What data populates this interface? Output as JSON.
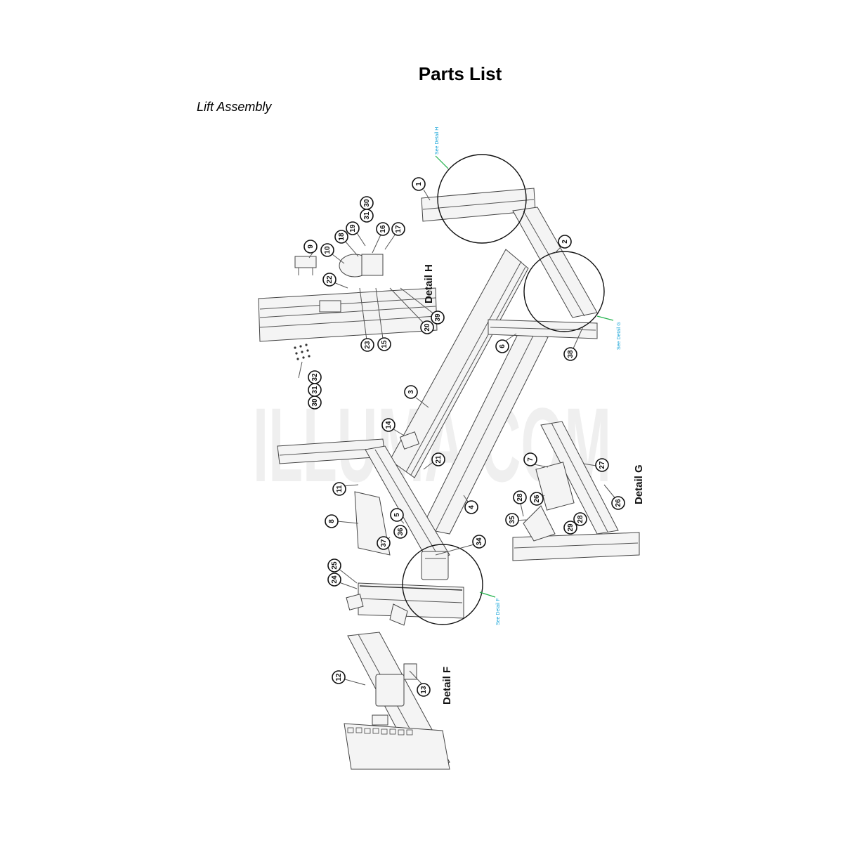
{
  "page": {
    "title": "Parts List",
    "subtitle": "Lift Assembly"
  },
  "watermark": "ILLUMA.COM",
  "details": {
    "h": "Detail H",
    "g": "Detail G",
    "f": "Detail F"
  },
  "see_details": {
    "h": "See Detail H",
    "g": "See Detail G",
    "f": "See Detail F"
  },
  "callouts": [
    "1",
    "2",
    "3",
    "4",
    "5",
    "6",
    "7",
    "8",
    "9",
    "10",
    "11",
    "12",
    "13",
    "14",
    "15",
    "16",
    "17",
    "18",
    "19",
    "20",
    "21",
    "22",
    "23",
    "24",
    "25",
    "26",
    "26",
    "27",
    "28",
    "28",
    "29",
    "30",
    "31",
    "32",
    "30",
    "31",
    "34",
    "35",
    "36",
    "37",
    "38",
    "39"
  ],
  "colors": {
    "see_detail_text": "#1aa6d9",
    "leader_line": "#22b14c"
  }
}
